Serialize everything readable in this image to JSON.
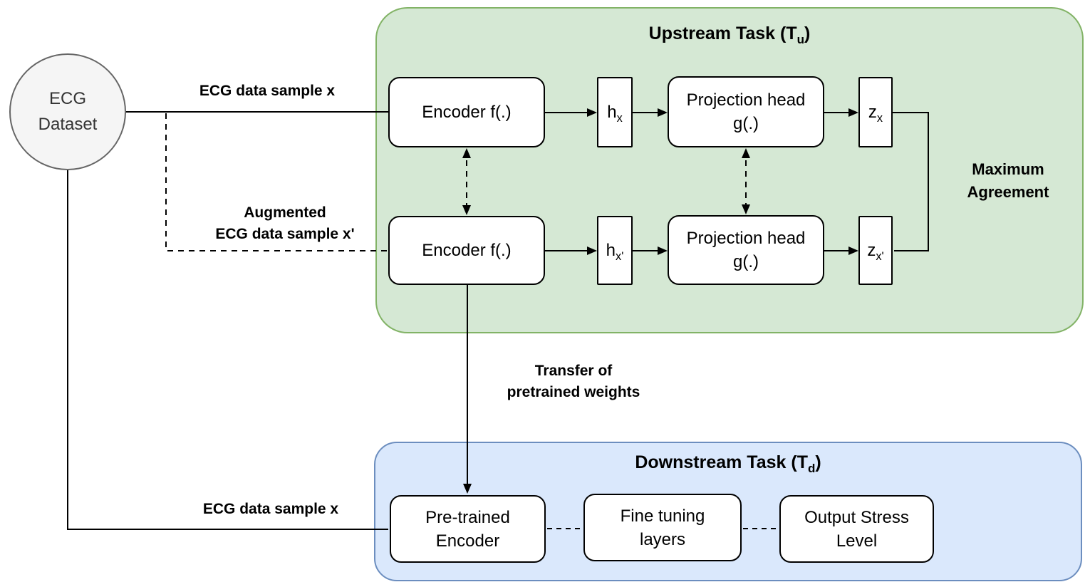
{
  "dataset": {
    "line1": "ECG",
    "line2": "Dataset"
  },
  "upstream": {
    "title_pre": "Upstream Task (T",
    "title_sub": "u",
    "title_post": ")",
    "encoder_top_label": "Encoder f(.)",
    "encoder_bottom_label": "Encoder f(.)",
    "h_top_base": "h",
    "h_top_sub": "x",
    "h_bottom_base": "h",
    "h_bottom_sub": "x'",
    "proj_top_line1": "Projection head",
    "proj_top_line2": "g(.)",
    "proj_bottom_line1": "Projection head",
    "proj_bottom_line2": "g(.)",
    "z_top_base": "z",
    "z_top_sub": "x",
    "z_bottom_base": "z",
    "z_bottom_sub": "x'",
    "agreement_line1": "Maximum",
    "agreement_line2": "Agreement"
  },
  "downstream": {
    "title_pre": "Downstream Task (T",
    "title_sub": "d",
    "title_post": ")",
    "pretrained_line1": "Pre-trained",
    "pretrained_line2": "Encoder",
    "finetuning_line1": "Fine tuning",
    "finetuning_line2": "layers",
    "output_line1": "Output Stress",
    "output_line2": "Level"
  },
  "edges": {
    "sample_top": "ECG data sample x",
    "augmented_line1": "Augmented",
    "augmented_line2": "ECG data sample x'",
    "transfer_line1": "Transfer of",
    "transfer_line2": "pretrained weights",
    "sample_bottom": "ECG data sample x"
  },
  "colors": {
    "upstream_fill": "#d5e8d4",
    "upstream_border": "#82b366",
    "downstream_fill": "#dae8fc",
    "downstream_border": "#6c8ebf",
    "node_fill": "#ffffff",
    "node_border": "#000000",
    "dataset_fill": "#f5f5f5",
    "dataset_border": "#666666",
    "line_color": "#000000"
  }
}
